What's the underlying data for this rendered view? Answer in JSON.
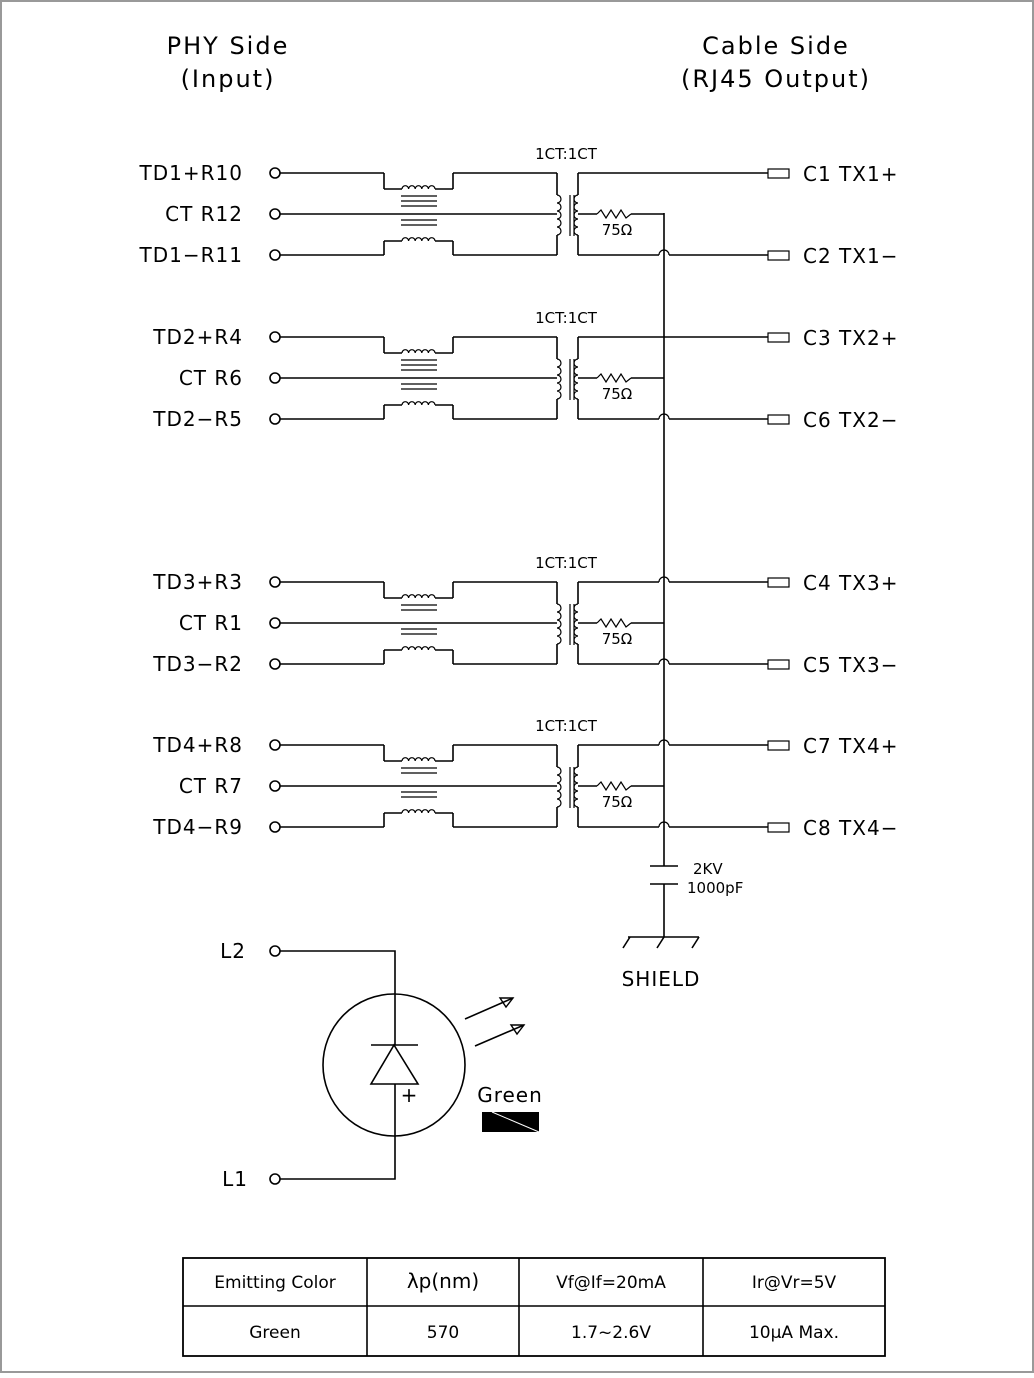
{
  "headings": {
    "phy_side": "PHY Side",
    "phy_sub": "(Input)",
    "cable_side": "Cable Side",
    "cable_sub": "(RJ45 Output)"
  },
  "channels": [
    {
      "top": "TD1+R10",
      "ct": "CT R12",
      "bot": "TD1−R11",
      "ratio": "1CT:1CT",
      "res": "75Ω",
      "out_top": "C1  TX1+",
      "out_bot": "C2  TX1−"
    },
    {
      "top": "TD2+R4",
      "ct": "CT R6",
      "bot": "TD2−R5",
      "ratio": "1CT:1CT",
      "res": "75Ω",
      "out_top": "C3  TX2+",
      "out_bot": "C6  TX2−"
    },
    {
      "top": "TD3+R3",
      "ct": "CT R1",
      "bot": "TD3−R2",
      "ratio": "1CT:1CT",
      "res": "75Ω",
      "out_top": "C4  TX3+",
      "out_bot": "C5  TX3−"
    },
    {
      "top": "TD4+R8",
      "ct": "CT R7",
      "bot": "TD4−R9",
      "ratio": "1CT:1CT",
      "res": "75Ω",
      "out_top": "C7  TX4+",
      "out_bot": "C8  TX4−"
    }
  ],
  "capacitor": {
    "voltage": "2KV",
    "value": "1000pF"
  },
  "shield": "SHIELD",
  "led": {
    "pin_top": "L2",
    "pin_bot": "L1",
    "plus": "+",
    "color_label": "Green",
    "swatch_color": "#000000"
  },
  "table": {
    "headers": [
      "Emitting Color",
      "λp(nm)",
      "Vf@If=20mA",
      "Ir@Vr=5V"
    ],
    "rows": [
      [
        "Green",
        "570",
        "1.7~2.6V",
        "10μA  Max."
      ]
    ]
  }
}
